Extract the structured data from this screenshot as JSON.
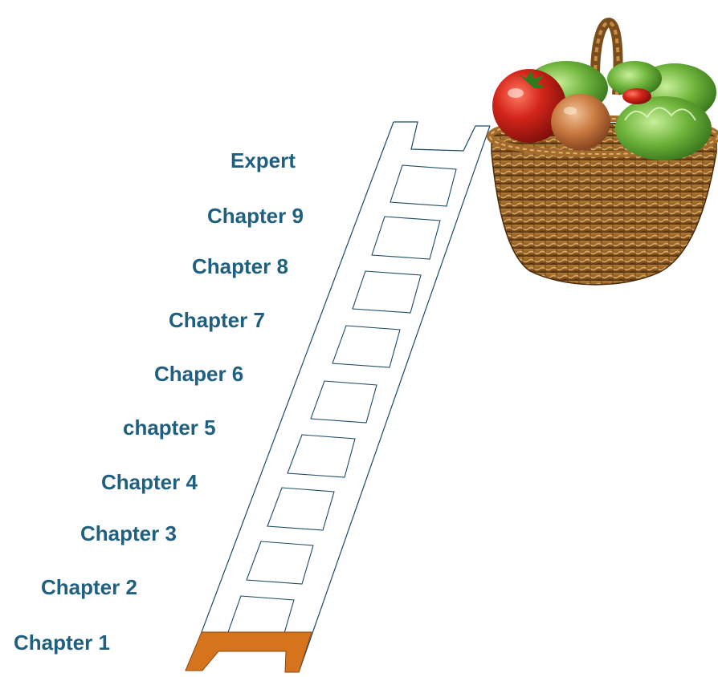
{
  "labels": [
    "Chapter 1",
    "Chapter 2",
    "Chapter 3",
    "Chapter 4",
    "chapter 5",
    "Chaper 6",
    "Chapter 7",
    "Chapter 8",
    "Chapter 9",
    "Expert"
  ],
  "colors": {
    "label": "#1f5f80",
    "ladder_stroke": "#1c4b67",
    "base_fill": "#d6731d",
    "tomato": "#c91e12",
    "onion": "#c9763d",
    "lettuce": "#4f9a2a",
    "basket": "#8a5a22"
  },
  "icons": {
    "ladder": "ladder-icon",
    "basket": "vegetable-basket-icon"
  }
}
